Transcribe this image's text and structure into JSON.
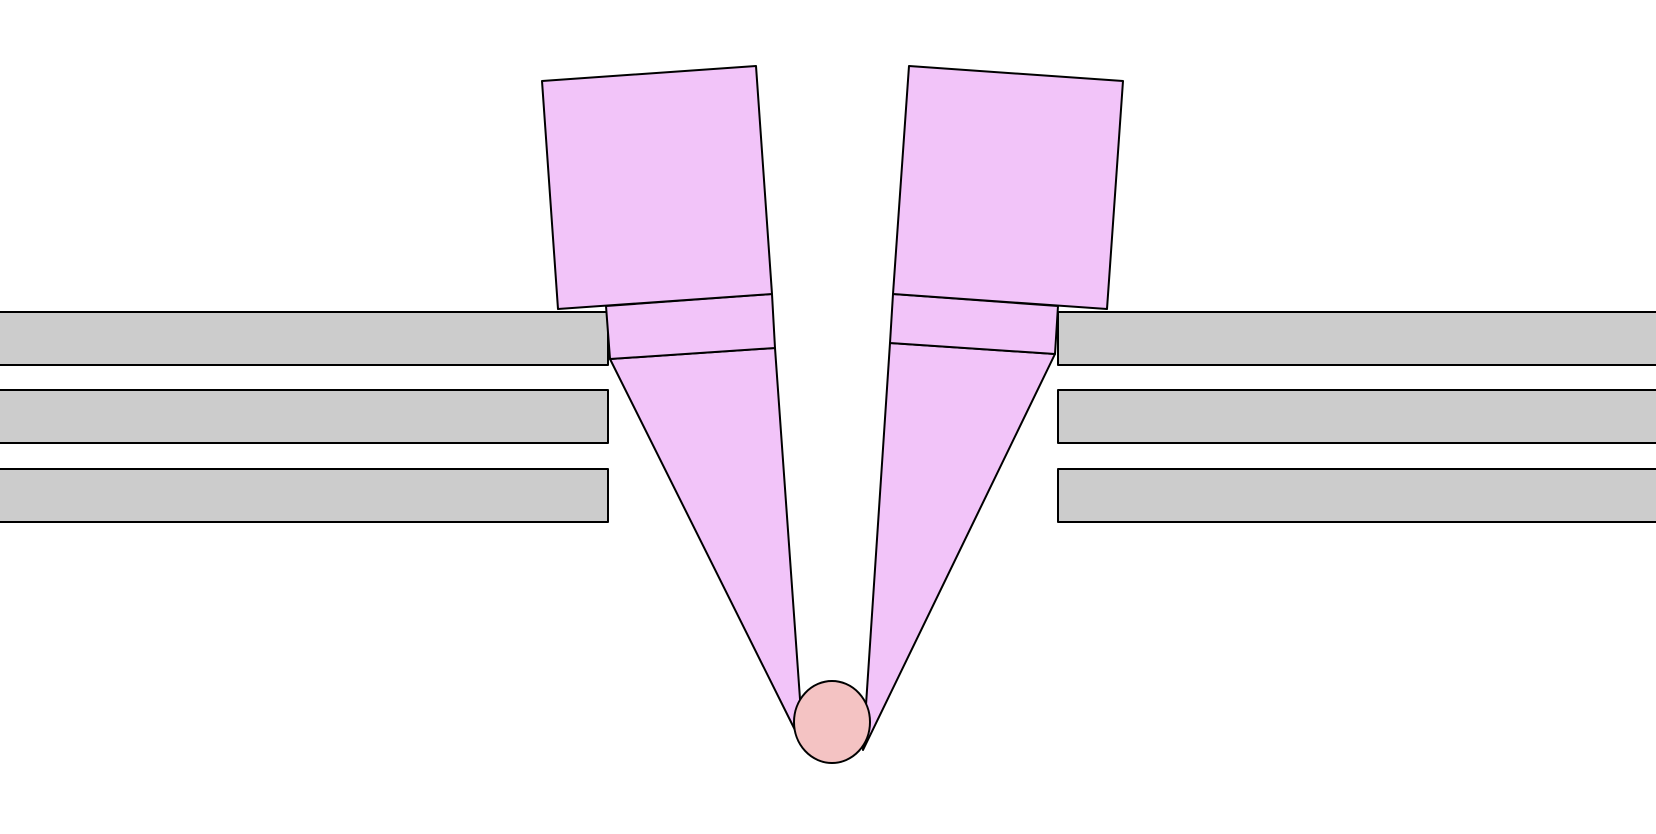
{
  "colors": {
    "background": "#ffffff",
    "plate_fill": "#cccccc",
    "arm_fill": "#f2c4f9",
    "ball_fill": "#f4c3c3",
    "outline": "#000000"
  },
  "structure": {
    "plates_per_side": 3,
    "arms": 2,
    "arm_segments": [
      "head",
      "collar",
      "tapered-jaw"
    ],
    "ball": 1
  }
}
